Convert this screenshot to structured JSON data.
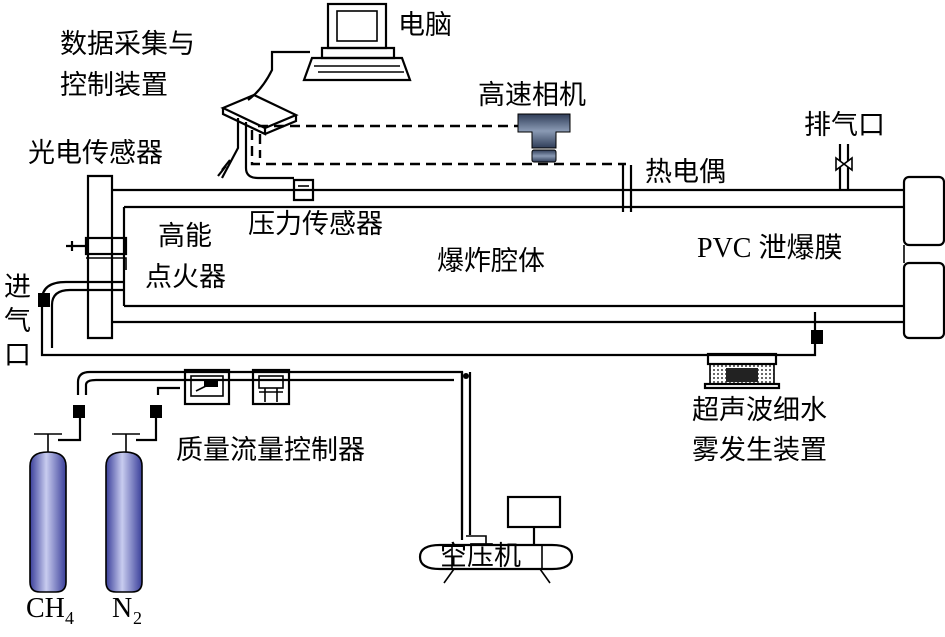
{
  "labels": {
    "computer": "电脑",
    "daq_line1": "数据采集与",
    "daq_line2": "控制装置",
    "high_speed_camera": "高速相机",
    "exhaust_port": "排气口",
    "photoelectric_sensor": "光电传感器",
    "thermocouple": "热电偶",
    "pressure_sensor": "压力传感器",
    "igniter_line1": "高能",
    "igniter_line2": "点火器",
    "chamber": "爆炸腔体",
    "pvc_membrane": "PVC 泄爆膜",
    "inlet_1": "进",
    "inlet_2": "气",
    "inlet_3": "口",
    "mfc": "质量流量控制器",
    "ultrasonic_line1": "超声波细水",
    "ultrasonic_line2": "雾发生装置",
    "compressor": "空压机",
    "ch4_main": "CH",
    "ch4_sub": "4",
    "n2_main": "N",
    "n2_sub": "2"
  },
  "colors": {
    "stroke": "#000000",
    "cylinder_light": "#c8ccef",
    "cylinder_dark": "#3a3f9a",
    "camera_light": "#8a9ab4",
    "camera_dark": "#2f3d58",
    "background": "#ffffff"
  }
}
